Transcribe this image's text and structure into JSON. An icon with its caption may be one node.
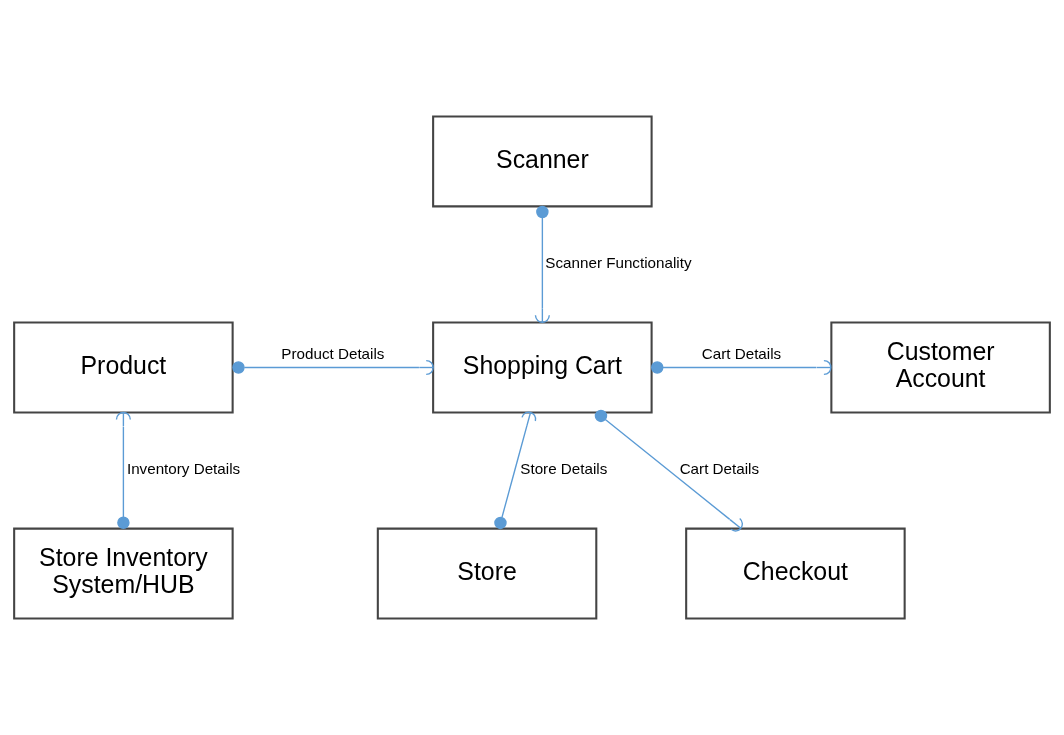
{
  "diagram": {
    "nodes": [
      {
        "text": [
          "Scanner"
        ]
      },
      {
        "text": [
          "Customer Account"
        ]
      },
      {
        "text": [
          "Shopping Cart"
        ]
      },
      {
        "text": [
          "Product"
        ]
      },
      {
        "text": [
          "Checkout"
        ]
      },
      {
        "text": [
          "Store"
        ]
      },
      {
        "text": [
          "Store Inventory System/HUB"
        ]
      }
    ],
    "edges": [
      {
        "from": 0,
        "to": 2,
        "arrow": "other",
        "label": "Scanner Functionality"
      },
      {
        "from": 2,
        "to": 1,
        "arrow": "other",
        "label": "Cart Details"
      },
      {
        "from": 2,
        "to": 4,
        "arrow": "other",
        "label": "Cart Details"
      },
      {
        "from": 3,
        "to": 2,
        "arrow": "other",
        "label": "Product Details"
      },
      {
        "from": 5,
        "to": 2,
        "arrow": "other",
        "label": "Store Details"
      },
      {
        "from": 6,
        "to": 3,
        "arrow": "other",
        "label": "Inventory Details"
      }
    ]
  }
}
